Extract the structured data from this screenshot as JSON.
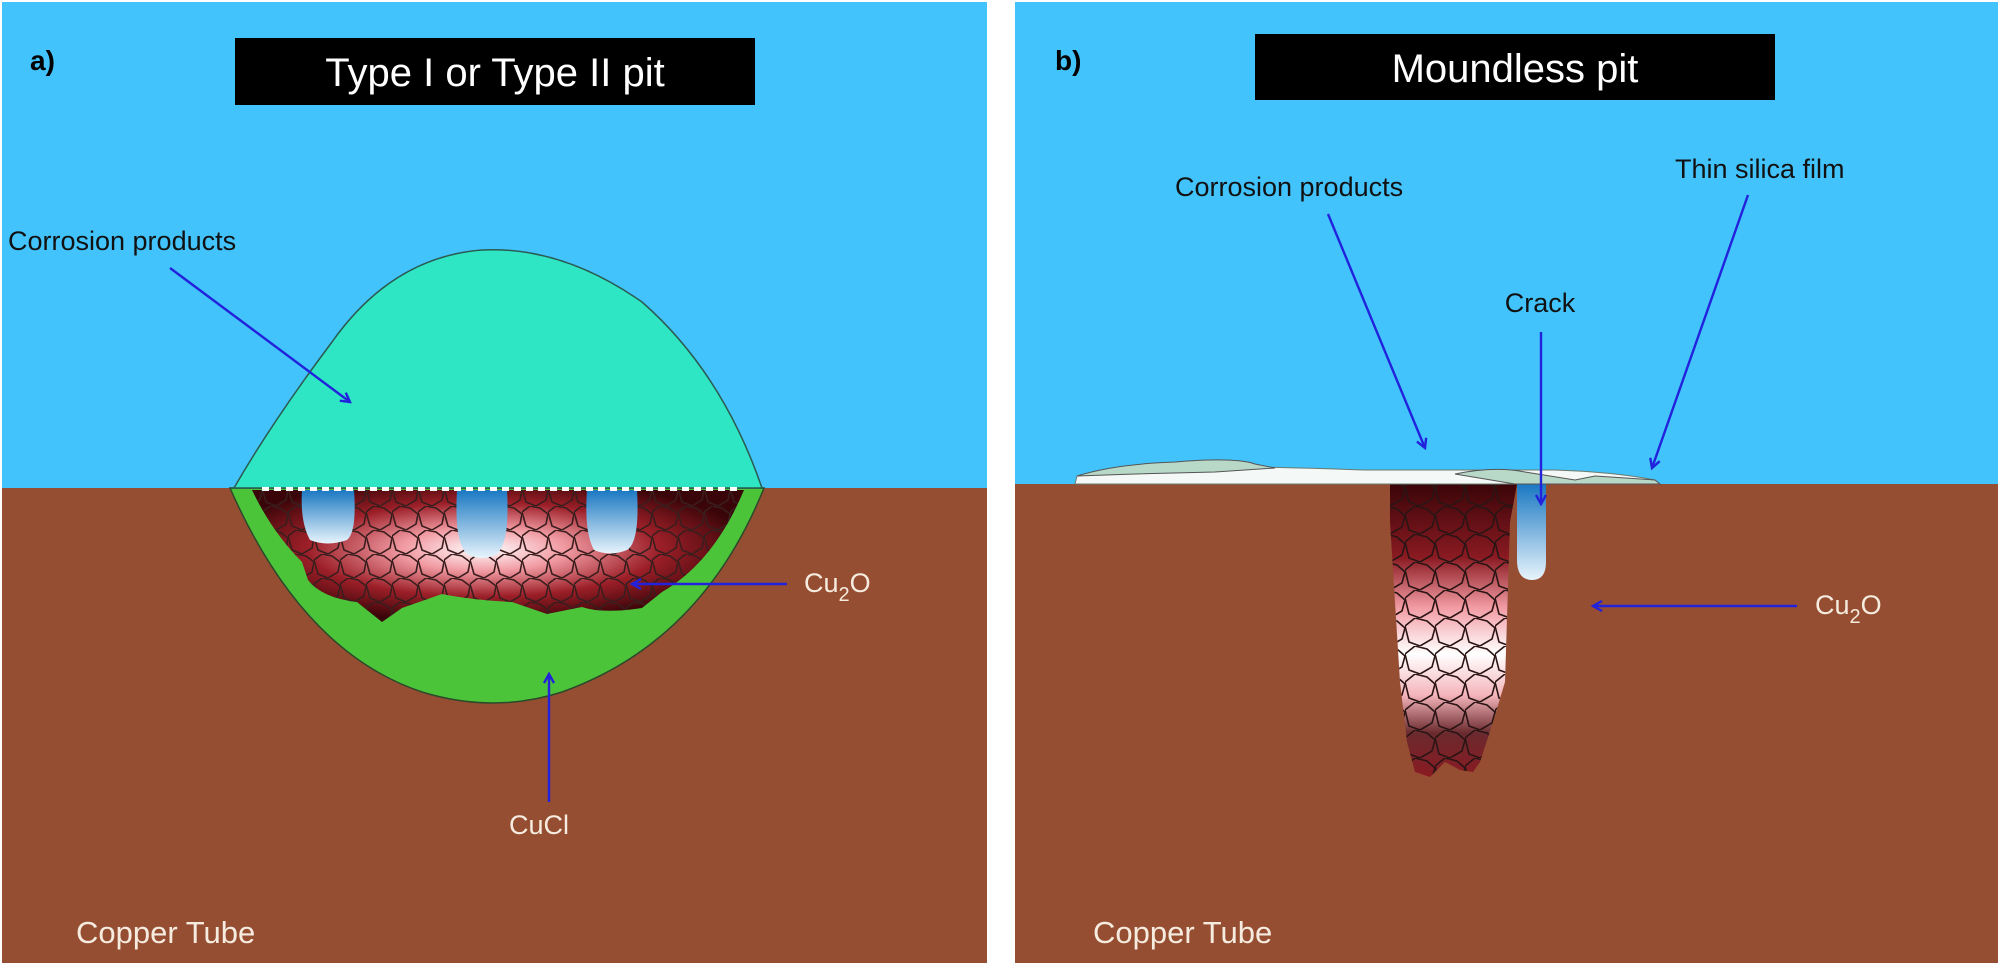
{
  "colors": {
    "water": "#42c3fb",
    "copper": "#964e32",
    "mound": "#2ee6c4",
    "cucl": "#4cc43a",
    "arrow": "#2222dd",
    "title_bg": "#000000",
    "title_text": "#ffffff",
    "label_dark": "#111111",
    "label_light": "#f5ecdf",
    "crack_top": "#1a78c2",
    "crack_bottom": "#e8f4fc"
  },
  "panels": [
    {
      "letter": "a)",
      "title": "Type I or Type II pit",
      "labels": {
        "corrosion_products": "Corrosion products",
        "cu2o_main": "Cu",
        "cu2o_sub": "2",
        "cu2o_tail": "O",
        "cucl": "CuCl",
        "substrate": "Copper Tube"
      }
    },
    {
      "letter": "b)",
      "title": "Moundless pit",
      "labels": {
        "corrosion_products": "Corrosion products",
        "thin_silica_film": "Thin silica film",
        "crack": "Crack",
        "cu2o_main": "Cu",
        "cu2o_sub": "2",
        "cu2o_tail": "O",
        "substrate": "Copper Tube"
      }
    }
  ]
}
